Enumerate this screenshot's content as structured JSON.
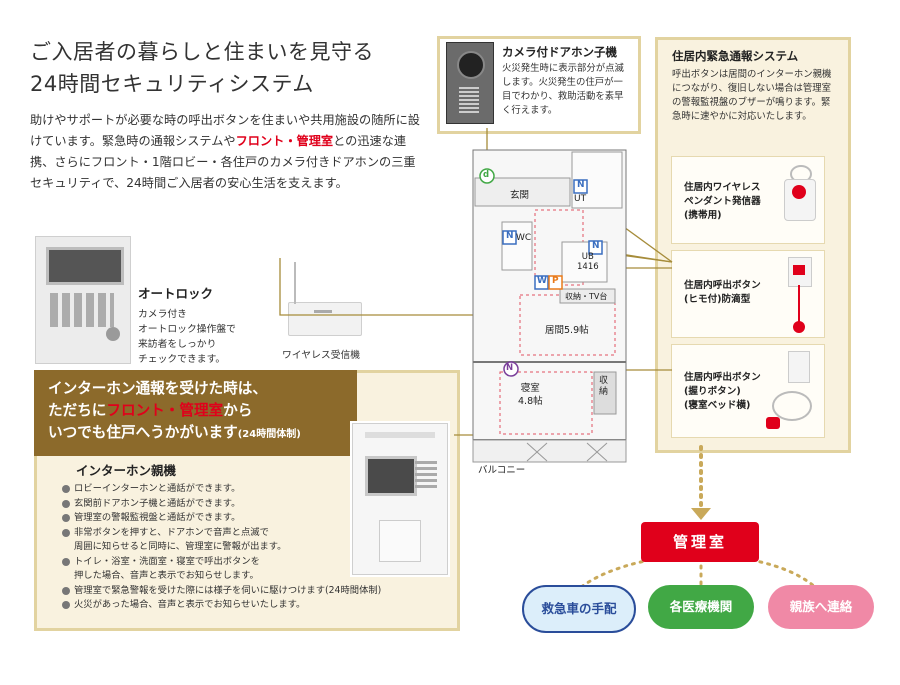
{
  "title": {
    "line1": "ご入居者の暮らしと住まいを見守る",
    "line2": "24時間セキュリティシステム"
  },
  "intro": {
    "part1": "助けやサポートが必要な時の呼出ボタンを住まいや共用施設の随所に設けています。緊急時の通報システムや",
    "highlight": "フロント・管理室",
    "part2": "との迅速な連携、さらにフロント・1階ロビー・各住戸のカメラ付きドアホンの三重セキュリティで、24時間ご入居者の安心生活を支えます。"
  },
  "autolock": {
    "title": "オートロック",
    "desc": "カメラ付き\nオートロック操作盤で\n来訪者をしっかり\nチェックできます。"
  },
  "wireless_receiver": {
    "label": "ワイヤレス受信機"
  },
  "banner": {
    "line1": "インターホン通報を受けた時は、",
    "line2_pre": "ただちに",
    "line2_highlight": "フロント・管理室",
    "line2_post": "から",
    "line3": "いつでも住戸へうかがいます",
    "line3_small": "(24時間体制)"
  },
  "intercom_master": {
    "title": "インターホン親機",
    "bullets": [
      "ロビーインターホンと通話ができます。",
      "玄関前ドアホン子機と通話ができます。",
      "管理室の警報監視盤と通話ができます。",
      "非常ボタンを押すと、ドアホンで音声と点滅で\n周囲に知らせると同時に、管理室に警報が出ます。",
      "トイレ・浴室・洗面室・寝室で呼出ボタンを\n押した場合、音声と表示でお知らせします。",
      "管理室で緊急警報を受けた際には様子を伺いに駆けつけます(24時間体制)",
      "火災があった場合、音声と表示でお知らせいたします。"
    ]
  },
  "door_camera": {
    "title": "カメラ付ドアホン子機",
    "desc": "火災発生時に表示部分が点滅します。火災発生の住戸が一目でわかり、救助活動を素早く行えます。"
  },
  "emergency_system": {
    "title": "住居内緊急通報システム",
    "desc": "呼出ボタンは居間のインターホン親機につながり、復旧しない場合は管理室の警報監視盤のブザーが鳴ります。緊急時に速やかに対応いたします。",
    "items": [
      {
        "label": "住居内ワイヤレス\nペンダント発信器\n(携帯用)"
      },
      {
        "label": "住居内呼出ボタン\n(ヒモ付)防滴型"
      },
      {
        "label": "住居内呼出ボタン\n(握りボタン)\n(寝室ベッド横)"
      }
    ]
  },
  "floorplan": {
    "rooms": {
      "entrance": "玄関",
      "ut": "UT",
      "wc": "WC",
      "ub": "UB\n1416",
      "storage_tv": "収納・TV台",
      "living": "居間5.9帖",
      "bedroom": "寝室\n4.8帖",
      "closet": "収納",
      "balcony": "バルコニー"
    },
    "markers": {
      "d": "d",
      "n": "N",
      "w": "W",
      "p": "P"
    }
  },
  "management": {
    "label": "管理室",
    "contacts": [
      "救急車の手配",
      "各医療機関",
      "親族へ連絡"
    ]
  },
  "colors": {
    "red": "#e0001b",
    "gold": "#e2d3a0",
    "banner_brown": "#8c6a2b",
    "pink": "#f089a6",
    "green": "#41a845",
    "blue_pill_bg": "#dceefa",
    "marker_blue": "#3a6ec0"
  }
}
